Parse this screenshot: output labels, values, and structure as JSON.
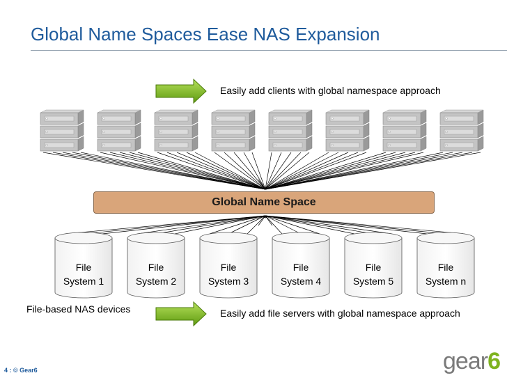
{
  "title": "Global Name Spaces Ease NAS Expansion",
  "clients_caption": "Easily add clients with global namespace approach",
  "global_name_space": "Global Name Space",
  "nas_label": "File-based NAS devices",
  "servers_caption": "Easily add file servers with global namespace approach",
  "file_systems": [
    {
      "line1": "File",
      "line2": "System 1"
    },
    {
      "line1": "File",
      "line2": "System 2"
    },
    {
      "line1": "File",
      "line2": "System 3"
    },
    {
      "line1": "File",
      "line2": "System 4"
    },
    {
      "line1": "File",
      "line2": "System 5"
    },
    {
      "line1": "File",
      "line2": "System n"
    }
  ],
  "client_count": 8,
  "footer": "4 : © Gear6",
  "logo": {
    "text": "gear",
    "accent": "6"
  },
  "colors": {
    "title": "#1f5b9c",
    "arrow_green": "#7fb31f",
    "name_space_bar": "#d9a57a",
    "logo_accent": "#7fb31f"
  }
}
